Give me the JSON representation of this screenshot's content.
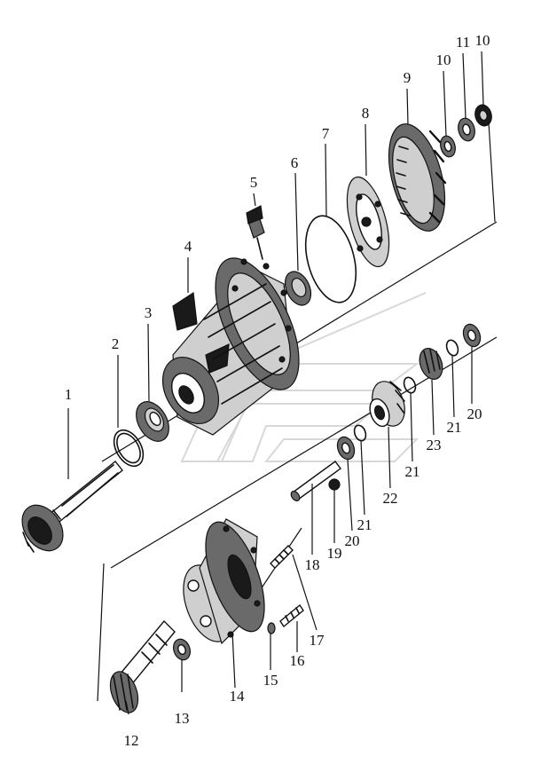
{
  "diagram": {
    "type": "exploded-parts-view",
    "callouts": [
      {
        "id": "c1",
        "text": "1"
      },
      {
        "id": "c2",
        "text": "2"
      },
      {
        "id": "c3",
        "text": "3"
      },
      {
        "id": "c4",
        "text": "4"
      },
      {
        "id": "c5",
        "text": "5"
      },
      {
        "id": "c6",
        "text": "6"
      },
      {
        "id": "c7",
        "text": "7"
      },
      {
        "id": "c8",
        "text": "8"
      },
      {
        "id": "c9",
        "text": "9"
      },
      {
        "id": "c10a",
        "text": "10"
      },
      {
        "id": "c11",
        "text": "11"
      },
      {
        "id": "c10b",
        "text": "10"
      },
      {
        "id": "c12",
        "text": "12"
      },
      {
        "id": "c13",
        "text": "13"
      },
      {
        "id": "c14",
        "text": "14"
      },
      {
        "id": "c15",
        "text": "15"
      },
      {
        "id": "c16",
        "text": "16"
      },
      {
        "id": "c17",
        "text": "17"
      },
      {
        "id": "c18",
        "text": "18"
      },
      {
        "id": "c19",
        "text": "19"
      },
      {
        "id": "c20a",
        "text": "20"
      },
      {
        "id": "c21a",
        "text": "21"
      },
      {
        "id": "c22",
        "text": "22"
      },
      {
        "id": "c21b",
        "text": "21"
      },
      {
        "id": "c23",
        "text": "23"
      },
      {
        "id": "c21c",
        "text": "21"
      },
      {
        "id": "c20b",
        "text": "20"
      }
    ]
  }
}
